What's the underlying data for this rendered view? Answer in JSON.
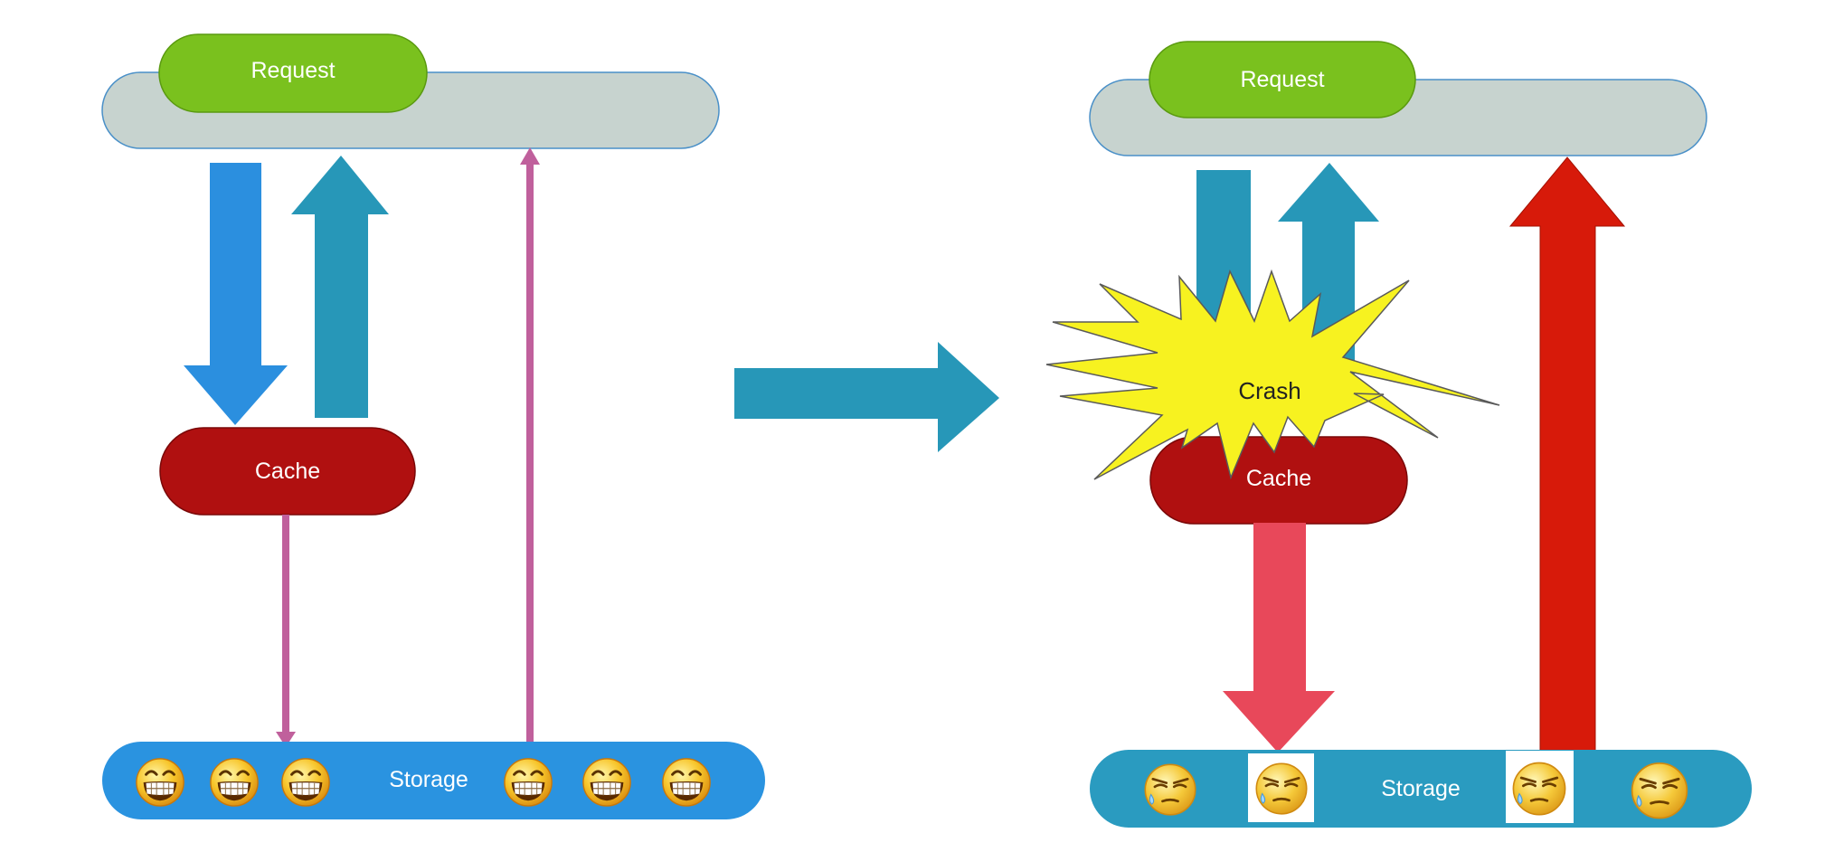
{
  "left": {
    "request_label": "Request",
    "cache_label": "Cache",
    "storage_label": "Storage",
    "storage_faces": [
      "grin",
      "grin",
      "grin",
      "grin",
      "grin",
      "grin"
    ]
  },
  "right": {
    "request_label": "Request",
    "cache_label": "Cache",
    "storage_label": "Storage",
    "crash_label": "Crash",
    "storage_faces": [
      "sweat",
      "sweat",
      "sweat",
      "sweat"
    ]
  },
  "colors": {
    "request_green": "#7ac11e",
    "bar_gray": "#c7d3cf",
    "cache_red": "#b01010",
    "storage_blue_left": "#2a93e0",
    "storage_blue_right": "#2a9bc0",
    "arrow_blue": "#2b8fdf",
    "arrow_teal": "#2797b8",
    "thin_arrow_pink": "#c0609c",
    "arrow_salmon": "#e8485a",
    "arrow_red": "#d71a0a",
    "crash_yellow": "#f7f220"
  }
}
